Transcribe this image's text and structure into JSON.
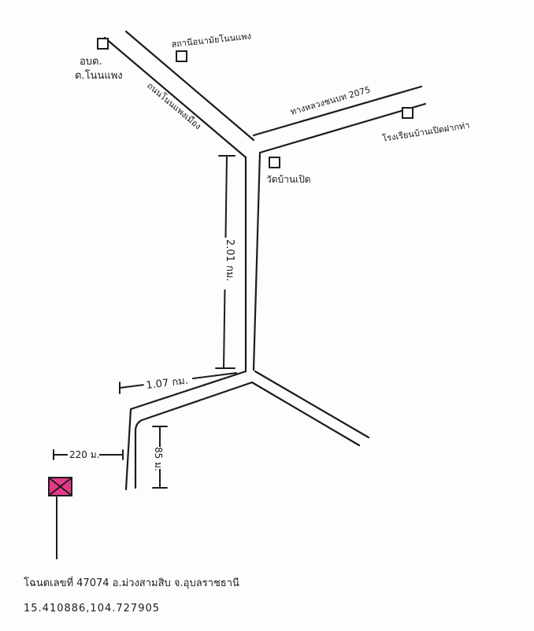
{
  "landmarks": {
    "obt": {
      "line1": "อบต.",
      "line2": "ต.โนนแพง"
    },
    "health_station": "สถานีอนามัยโนนแพง",
    "wat": "วัดบ้านเปิด",
    "school": "โรงเรียนบ้านเปิดฝากท่า"
  },
  "roads": {
    "main_road": "ถนนโนนแพงเมือง",
    "highway": "ทางหลวงชนบท 2075"
  },
  "distances": {
    "vertical_main": "2.01 กม.",
    "horizontal": "1.07 กม.",
    "short_vertical": "85 ม.",
    "to_marker": "220 ม."
  },
  "plot": {
    "label": "โฉนดเลขที่ 47074  อ.ม่วงสามสิบ  จ.อุบลราชธานี",
    "coordinates": "15.410886,104.727905",
    "marker_color": "#e8388a"
  }
}
